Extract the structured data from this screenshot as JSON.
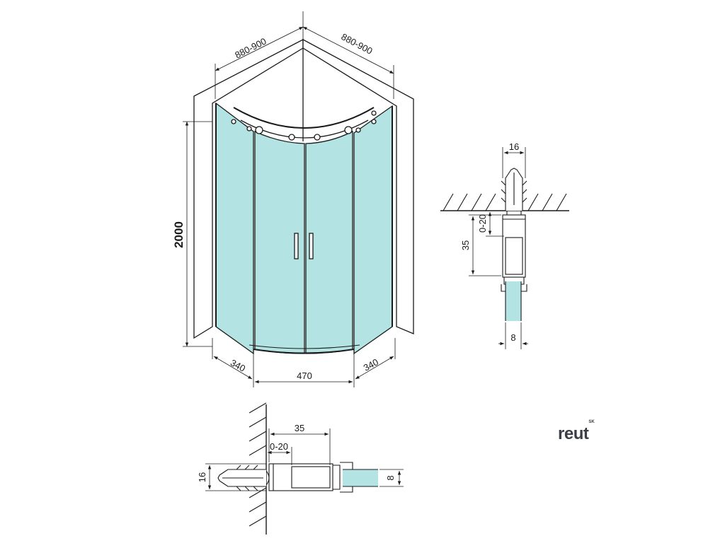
{
  "main_view": {
    "width_left": "880-900",
    "width_right": "880-900",
    "height": "2000",
    "side_left": "340",
    "door": "470",
    "side_right": "340"
  },
  "side_detail": {
    "profile_width": "16",
    "adjust": "0-20",
    "depth": "35",
    "glass": "8"
  },
  "bottom_detail": {
    "depth": "35",
    "adjust": "0-20",
    "profile_width": "16",
    "glass": "8"
  },
  "brand": {
    "name": "reut",
    "suffix": "SK"
  },
  "colors": {
    "glass": "#b3e3e2",
    "line": "#1a1a1a"
  }
}
